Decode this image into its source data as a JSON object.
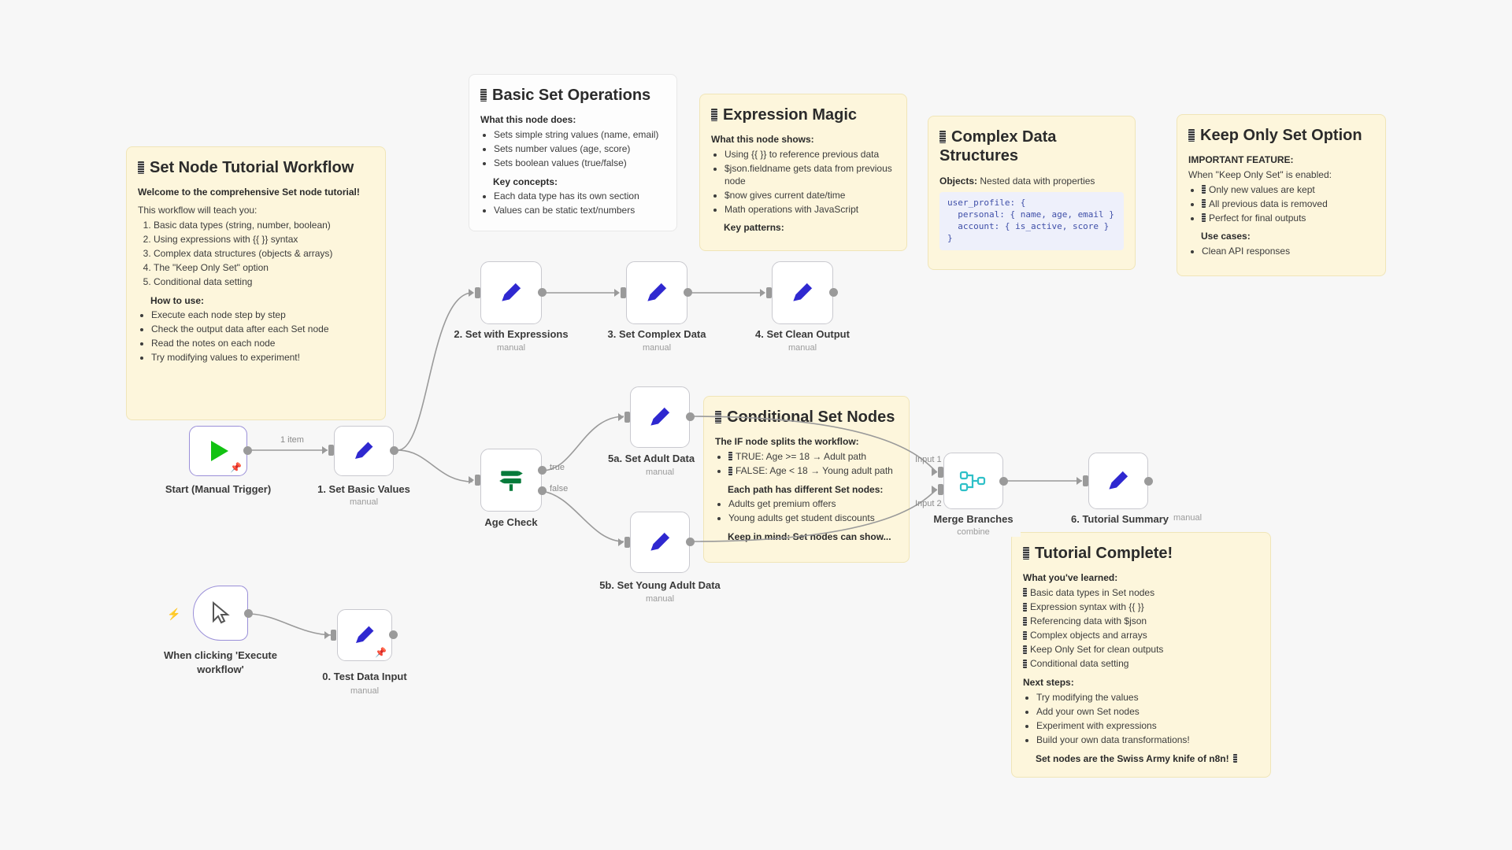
{
  "canvas": {
    "background": "#f7f7f7"
  },
  "notes": {
    "tutorial_workflow": {
      "title": "Set Node Tutorial Workflow",
      "intro_bold": "Welcome to the comprehensive Set node tutorial!",
      "lead": "This workflow will teach you:",
      "ordered": [
        "Basic data types (string, number, boolean)",
        "Using expressions with {{ }} syntax",
        "Complex data structures (objects & arrays)",
        "The \"Keep Only Set\" option",
        "Conditional data setting"
      ],
      "howto_heading": "How to use:",
      "howto": [
        "Execute each node step by step",
        "Check the output data after each Set node",
        "Read the notes on each node",
        "Try modifying values to experiment!"
      ]
    },
    "basic_set_operations": {
      "title": "Basic Set Operations",
      "what_heading": "What this node does:",
      "what": [
        "Sets simple string values (name, email)",
        "Sets number values (age, score)",
        "Sets boolean values (true/false)"
      ],
      "key_heading": "Key concepts:",
      "key": [
        "Each data type has its own section",
        "Values can be static text/numbers"
      ]
    },
    "expression_magic": {
      "title": "Expression Magic",
      "what_heading": "What this node shows:",
      "what": [
        "Using {{ }} to reference previous data",
        "$json.fieldname gets data from previous node",
        "$now gives current date/time",
        "Math operations with JavaScript"
      ],
      "patterns_heading": "Key patterns:"
    },
    "complex_data": {
      "title": "Complex Data Structures",
      "objects_label": "Objects:",
      "objects_text": " Nested data with properties",
      "code": "user_profile: {\n  personal: { name, age, email }\n  account: { is_active, score }\n}"
    },
    "keep_only_set": {
      "title": "Keep Only Set Option",
      "important_heading": "IMPORTANT FEATURE:",
      "when_line": "When \"Keep Only Set\" is enabled:",
      "bullets": [
        "Only new values are kept",
        "All previous data is removed",
        "Perfect for final outputs"
      ],
      "usecases_heading": "Use cases:",
      "usecases": [
        "Clean API responses"
      ]
    },
    "conditional_set": {
      "title": "Conditional Set Nodes",
      "if_heading": "The IF node splits the workflow:",
      "branches": [
        "TRUE: Age >= 18 → Adult path",
        "FALSE: Age < 18 → Young adult path"
      ],
      "each_heading": "Each path has different Set nodes:",
      "each": [
        "Adults get premium offers",
        "Young adults get student discounts"
      ],
      "clipped_line": "Keep in mind: Set nodes can show..."
    },
    "tutorial_complete": {
      "title": "Tutorial Complete!",
      "learned_heading": "What you've learned:",
      "learned": [
        "Basic data types in Set nodes",
        "Expression syntax with {{ }}",
        "Referencing data with $json",
        "Complex objects and arrays",
        "Keep Only Set for clean outputs",
        "Conditional data setting"
      ],
      "next_heading": "Next steps:",
      "next": [
        "Try modifying the values",
        "Add your own Set nodes",
        "Experiment with expressions",
        "Build your own data transformations!"
      ],
      "closing": "Set nodes are the Swiss Army knife of n8n!"
    }
  },
  "nodes": {
    "start_trigger": {
      "label": "Start (Manual Trigger)",
      "sub": "",
      "icon": "play-triangle-icon"
    },
    "set_basic_values": {
      "label": "1. Set Basic Values",
      "sub": "manual",
      "icon": "pencil-icon"
    },
    "set_with_expressions": {
      "label": "2. Set with Expressions",
      "sub": "manual",
      "icon": "pencil-icon"
    },
    "set_complex_data": {
      "label": "3. Set Complex Data",
      "sub": "manual",
      "icon": "pencil-icon"
    },
    "set_clean_output": {
      "label": "4. Set Clean Output",
      "sub": "manual",
      "icon": "pencil-icon"
    },
    "age_check": {
      "label": "Age Check",
      "sub": "",
      "icon": "signpost-icon"
    },
    "set_adult_data": {
      "label": "5a. Set Adult Data",
      "sub": "manual",
      "icon": "pencil-icon"
    },
    "set_young_adult_data": {
      "label": "5b. Set Young Adult Data",
      "sub": "manual",
      "icon": "pencil-icon"
    },
    "merge_branches": {
      "label": "Merge Branches",
      "sub": "combine",
      "icon": "merge-icon"
    },
    "tutorial_summary": {
      "label": "6. Tutorial Summary",
      "sub": "manual",
      "icon": "pencil-icon"
    },
    "execute_workflow_trigger": {
      "label": "When clicking 'Execute workflow'",
      "sub": "",
      "icon": "cursor-icon"
    },
    "test_data_input": {
      "label": "0. Test Data Input",
      "sub": "manual",
      "icon": "pencil-icon"
    }
  },
  "edges": {
    "one_item": "1 item",
    "true": "true",
    "false": "false",
    "input1": "Input 1",
    "input2": "Input 2"
  },
  "colors": {
    "sticky": "#fdf6dc",
    "sticky_white": "#fdfdfd",
    "set_node_icon": "#2f28d0",
    "trigger_green": "#12c212",
    "if_green": "#067a3a",
    "merge_teal": "#2fc0c8",
    "wire": "#9a9a9a",
    "pin": "#5b4bbd"
  }
}
